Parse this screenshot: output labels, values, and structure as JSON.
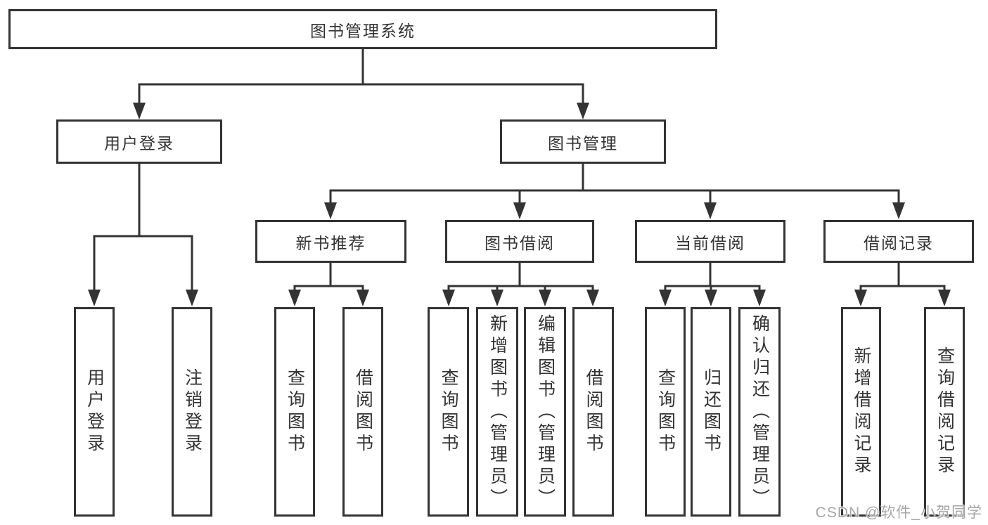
{
  "diagram": {
    "title": "图书管理系统",
    "root": "图书管理系统",
    "login_branch": {
      "label": "用户登录",
      "children": [
        "用户登录",
        "注销登录"
      ]
    },
    "manage_branch": {
      "label": "图书管理",
      "groups": [
        {
          "label": "新书推荐",
          "children": [
            "查询图书",
            "借阅图书"
          ]
        },
        {
          "label": "图书借阅",
          "children": [
            "查询图书",
            "新增图书（管理员）",
            "编辑图书（管理员）",
            "借阅图书"
          ]
        },
        {
          "label": "当前借阅",
          "children": [
            "查询图书",
            "归还图书",
            "确认归还（管理员）"
          ]
        },
        {
          "label": "借阅记录",
          "children": [
            "新增借阅记录",
            "查询借阅记录"
          ]
        }
      ]
    }
  },
  "watermark": "CSDN @软件_小贺同学",
  "colors": {
    "line": "#333333",
    "border": "#333333",
    "text": "#333333",
    "background": "#ffffff",
    "watermark": "#a6a6a6"
  }
}
